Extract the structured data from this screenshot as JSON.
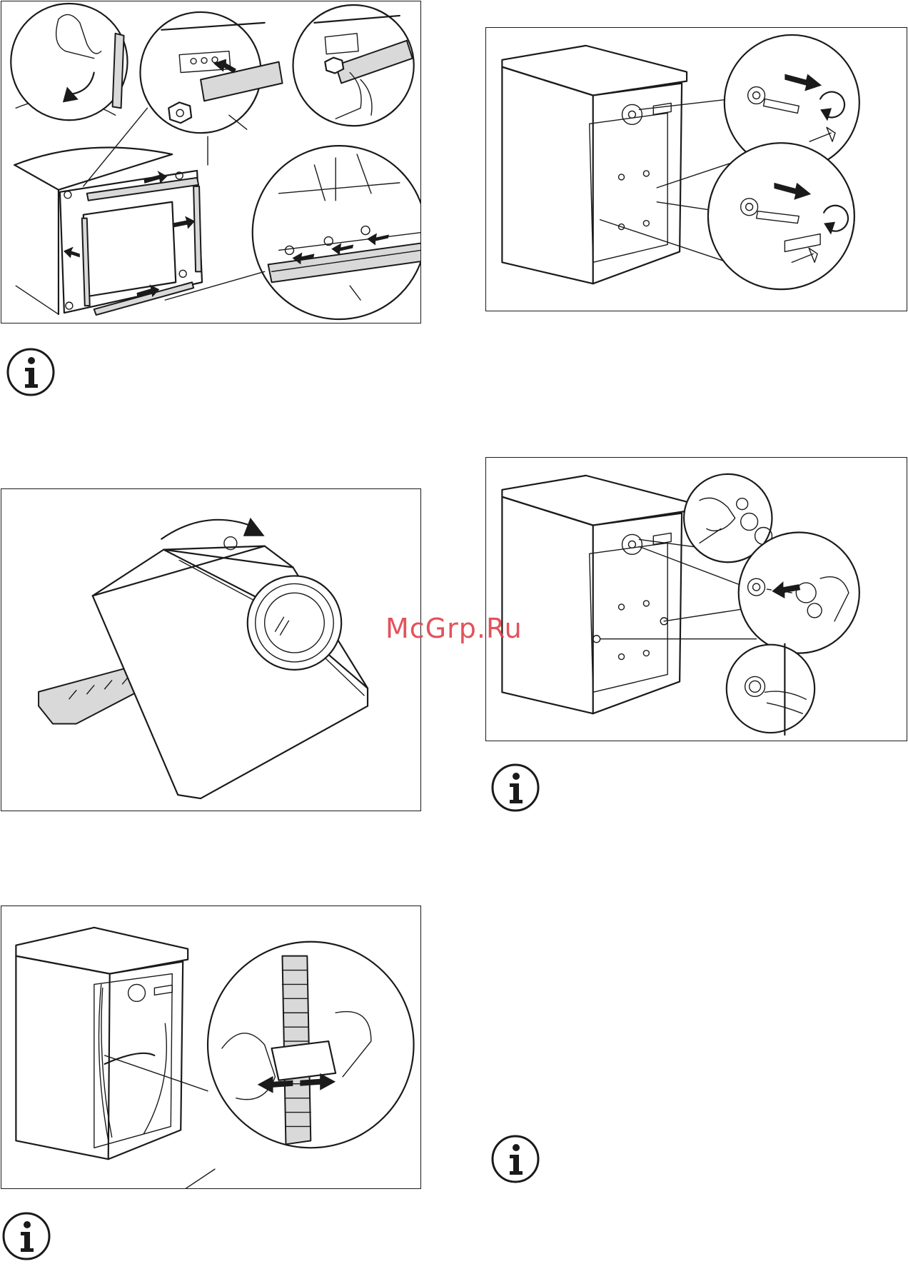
{
  "watermark": {
    "text": "McGrp.Ru",
    "color": "#e0404a"
  },
  "icons": {
    "info": "info-icon",
    "count": 4
  },
  "figures": [
    {
      "id": "fig-transport-bars",
      "depicts": "transport-bar-removal"
    },
    {
      "id": "fig-tilt-machine",
      "depicts": "machine-tilted-base-panel"
    },
    {
      "id": "fig-hose-clip",
      "depicts": "hose-clip-release"
    },
    {
      "id": "fig-bolts-removal",
      "depicts": "transit-bolts-removal"
    },
    {
      "id": "fig-caps-insert",
      "depicts": "plastic-caps-insertion"
    }
  ]
}
